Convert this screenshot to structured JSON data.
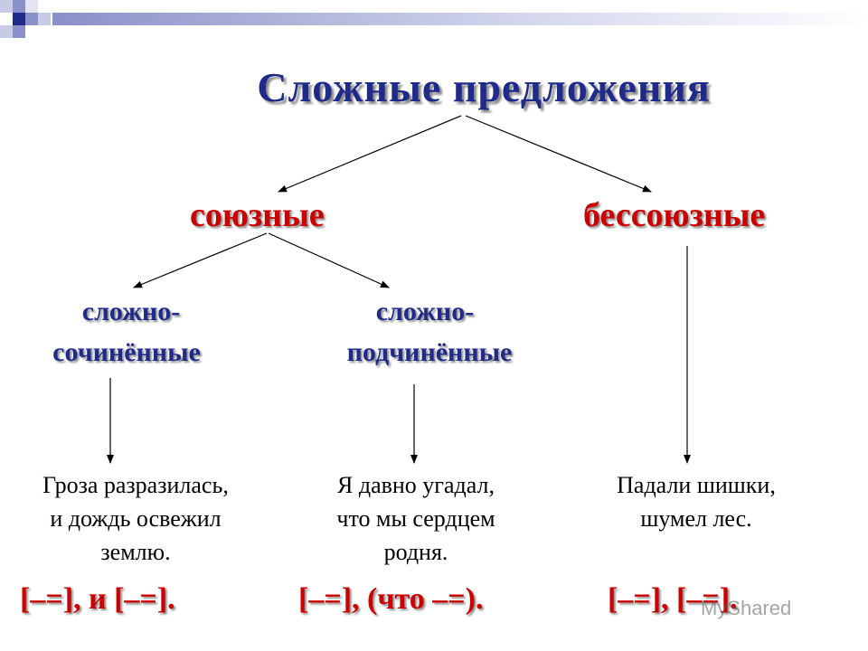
{
  "title": "Сложные предложения",
  "branches": {
    "union": "союзные",
    "nonunion": "бессоюзные"
  },
  "subtypes": {
    "compound_1": "сложно-",
    "compound_2": "сочинённые",
    "complex_1": "сложно-",
    "complex_2": "подчинённые"
  },
  "examples": {
    "compound": [
      "Гроза разразилась,",
      "и дождь освежил",
      "землю."
    ],
    "complex": [
      "Я давно угадал,",
      "что мы сердцем",
      "родня."
    ],
    "nonunion": [
      "Падали шишки,",
      "шумел лес."
    ]
  },
  "schemes": {
    "compound": "[–=], и [–=].",
    "complex": "[–=], (что –=).",
    "nonunion": "[–=], [–=]."
  },
  "watermark": "MyShared",
  "colors": {
    "title": "#1f2a8a",
    "branch": "#cc0000",
    "subtype": "#1f2a8a",
    "scheme": "#cc0000"
  }
}
